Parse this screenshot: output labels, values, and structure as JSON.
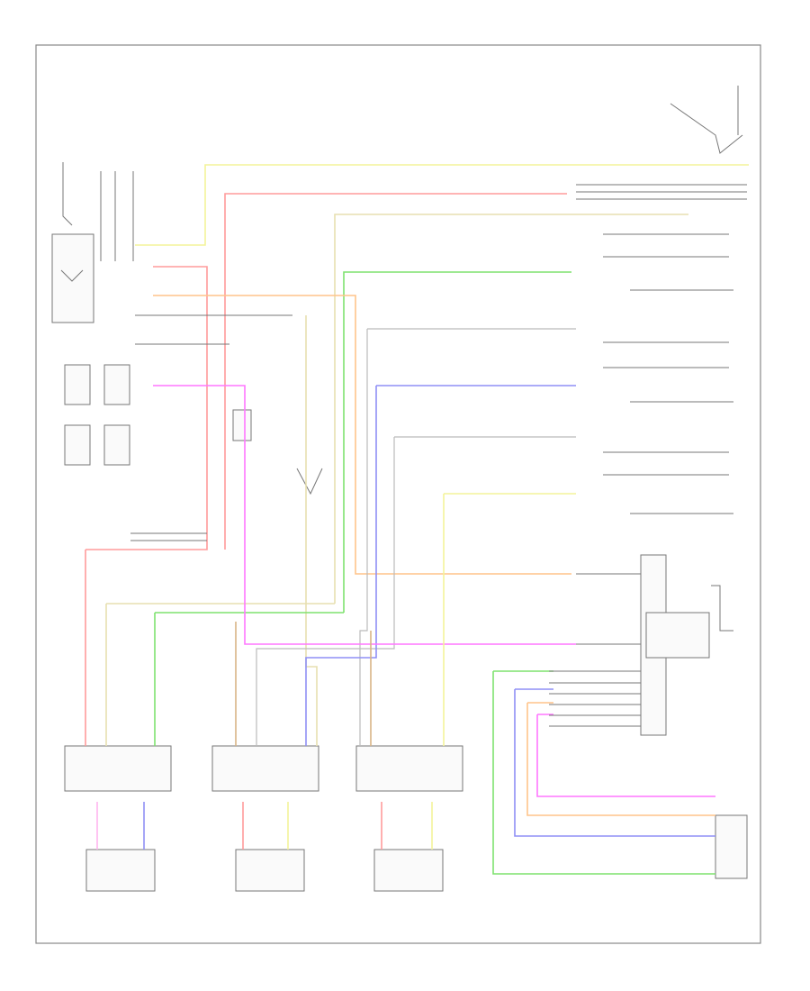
{
  "diagram": {
    "footer_code": "",
    "colors": {
      "yellow": "#f4f49a",
      "red": "#ff9b9b",
      "tan": "#e7dfb0",
      "green": "#7ee26f",
      "orange": "#ffc48a",
      "blue": "#8f8ff5",
      "magenta": "#ff77ff",
      "gray": "#bbbbbb",
      "brown": "#d8b486",
      "pink": "#ffb5ee",
      "black": "#777777"
    },
    "components": [
      {
        "id": "fuse-relay-box"
      },
      {
        "id": "power-window-relay"
      },
      {
        "id": "under-dash-fuse-block"
      },
      {
        "id": "joint-connector"
      },
      {
        "id": "front-right-power-window-motor"
      },
      {
        "id": "left-rear-power-window-motor"
      },
      {
        "id": "right-rear-power-window-motor"
      },
      {
        "id": "front-right-power-window-switch"
      },
      {
        "id": "left-rear-power-window-switch"
      },
      {
        "id": "right-rear-power-window-switch"
      },
      {
        "id": "power-window-master-switch"
      },
      {
        "id": "left-front-power-window-motor"
      }
    ]
  }
}
